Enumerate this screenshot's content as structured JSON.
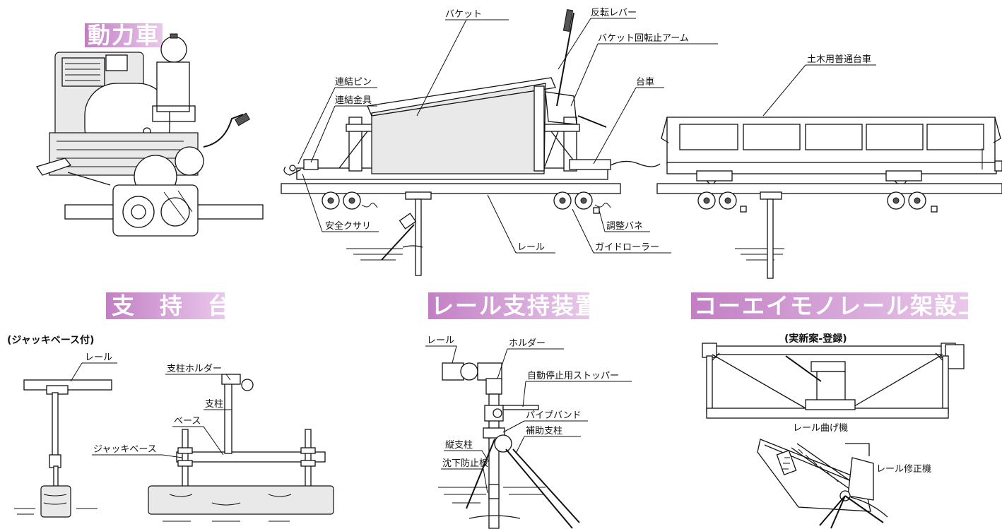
{
  "titles": {
    "power_car": "動力車",
    "support_stand": "支　持　台",
    "rail_support": "レール支持装置",
    "monorail_tools": "コーエイモノレール架設工具"
  },
  "colors": {
    "banner_left": "#c27fc4",
    "banner_right": "#e8c8ea",
    "ink": "#111111"
  },
  "labels": {
    "bucket": "バケット",
    "reverse_lever": "反転レバー",
    "bucket_stop_arm": "バケット回転止アーム",
    "coupling_pin": "連結ピン",
    "coupling_fitting": "連結金具",
    "bogie": "台車",
    "civil_cart": "土木用普通台車",
    "safety_chain": "安全クサリ",
    "adjust_spring": "調整バネ",
    "rail": "レール",
    "guide_roller": "ガイドローラー"
  },
  "support_stand": {
    "jack_base_note": "(ジャッキベース付)",
    "rail": "レール",
    "post_holder": "支柱ホルダー",
    "post": "支柱",
    "base": "ベース",
    "jack_base": "ジャッキベース"
  },
  "rail_support": {
    "rail": "レール",
    "holder": "ホルダー",
    "auto_stopper": "自動停止用ストッパー",
    "pipe_band": "パイプバンド",
    "aux_post": "補助支柱",
    "vertical_post": "縦支柱",
    "sink_plate": "沈下防止板"
  },
  "tools": {
    "registration": "(実新案-登録)",
    "rail_bender": "レール曲げ機",
    "rail_corrector": "レール修正機"
  }
}
